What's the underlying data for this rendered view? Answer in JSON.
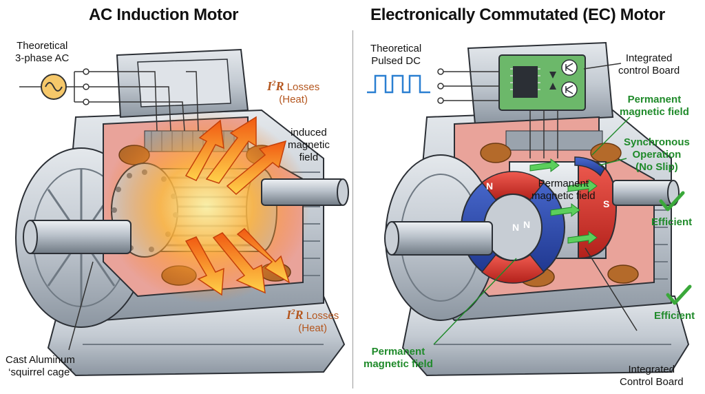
{
  "panels": {
    "left": {
      "title": "AC Induction Motor",
      "source": {
        "line1": "Theoretical",
        "line2": "3-phase AC"
      },
      "losses_top": {
        "base": "I",
        "exp": "2",
        "tail": "R",
        "word": "Losses",
        "note": "(Heat)"
      },
      "losses_bottom": {
        "base": "I",
        "exp": "2",
        "tail": "R",
        "word": "Losses",
        "note": "(Heat)"
      },
      "induced": {
        "line1": "induced",
        "line2": "magnetic",
        "line3": "field"
      },
      "rotor": {
        "line1": "Cast Aluminum",
        "line2": "‘squirrel cage’"
      }
    },
    "right": {
      "title": "Electronically Commutated (EC) Motor",
      "source": {
        "line1": "Theoretical",
        "line2": "Pulsed DC"
      },
      "board_top": {
        "line1": "Integrated",
        "line2": "control Board"
      },
      "pm_top": {
        "line1": "Permanent",
        "line2": "magnetic field"
      },
      "sync": {
        "line1": "Synchronous",
        "line2": "Operation",
        "line3": "(No Slip)"
      },
      "rotor_label": {
        "line1": "Permanent",
        "line2": "magnetic field"
      },
      "efficient_1": "Efficient",
      "efficient_2": "Efficient",
      "pm_bottom": {
        "line1": "Permanent",
        "line2": "magnetic field"
      },
      "board_bottom": {
        "line1": "Integrated",
        "line2": "Control Board"
      },
      "pole_n": "N",
      "pole_s": "S"
    }
  },
  "colors": {
    "housing": "#c9cfd6",
    "housing_dark": "#8f98a3",
    "cutaway": "#e9a39a",
    "copper": "#b46a2a",
    "heat": "#f39a1e",
    "pcb": "#6cb86a",
    "magnet_red": "#d9332b",
    "magnet_blue": "#2a4aa8",
    "green_text": "#1f8a2a",
    "loss_text": "#b4561e"
  }
}
